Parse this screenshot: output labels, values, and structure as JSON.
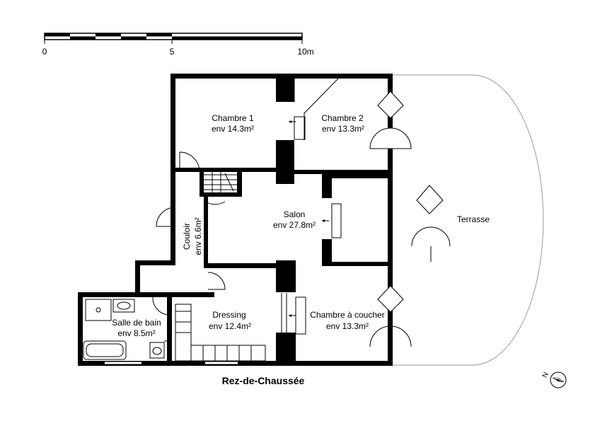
{
  "scale_bar": {
    "ticks": [
      "0",
      "5",
      "10m"
    ]
  },
  "plan_title": "Rez-de-Chaussée",
  "rooms": {
    "chambre1": {
      "name": "Chambre 1",
      "area": "env 14.3m²"
    },
    "chambre2": {
      "name": "Chambre 2",
      "area": "env 13.3m²"
    },
    "salon": {
      "name": "Salon",
      "area": "env 27.8m²"
    },
    "couloir": {
      "name": "Couloir",
      "area": "env 6.6m²"
    },
    "dressing": {
      "name": "Dressing",
      "area": "env 12.4m²"
    },
    "chambre_coucher": {
      "name": "Chambre à coucher",
      "area": "env 13.3m²"
    },
    "salle_bain": {
      "name": "Salle de bain",
      "area": "env 8.5m²"
    },
    "terrasse": {
      "name": "Terrasse"
    }
  },
  "compass": {
    "label": "N",
    "icon": "compass-icon"
  }
}
